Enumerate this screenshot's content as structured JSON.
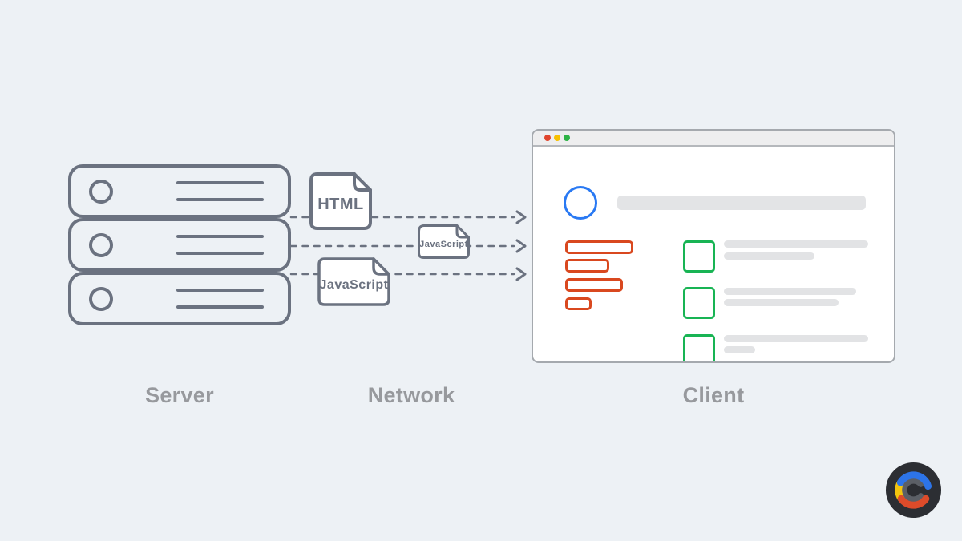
{
  "sections": {
    "server_label": "Server",
    "network_label": "Network",
    "client_label": "Client"
  },
  "network": {
    "files": [
      {
        "label": "HTML",
        "icon": "html-file-icon"
      },
      {
        "label": "JavaScript",
        "icon": "javascript-file-icon"
      },
      {
        "label": "JavaScript",
        "icon": "javascript-file-icon"
      }
    ],
    "arrow_count": 3
  },
  "server": {
    "unit_count": 3,
    "icon": "server-stack-icon"
  },
  "client": {
    "icon": "browser-window-icon",
    "traffic_lights": [
      "red",
      "yellow",
      "green"
    ],
    "placeholder_rows": 3
  },
  "icons": {
    "server_stack": "server-stack-icon",
    "file": "file-document-icon",
    "arrow": "dashed-arrow-icon",
    "browser": "browser-window-icon",
    "profile": "circle-avatar-icon",
    "checkbox": "green-square-icon",
    "brand": "brand-c-logo-icon"
  },
  "colors": {
    "background": "#edf1f5",
    "outline_gray": "#6b7280",
    "label_gray": "#97999d",
    "accent_orange": "#d9481f",
    "accent_green": "#18b454",
    "accent_blue": "#2979f3",
    "placeholder_gray": "#e2e3e5",
    "traffic_red": "#e0442c",
    "traffic_yellow": "#f7c000",
    "traffic_green": "#2eb346",
    "logo_dark": "#2c2e33",
    "logo_blue": "#2d74e8",
    "logo_yellow": "#f2c40e",
    "logo_red": "#dd4b2a"
  }
}
